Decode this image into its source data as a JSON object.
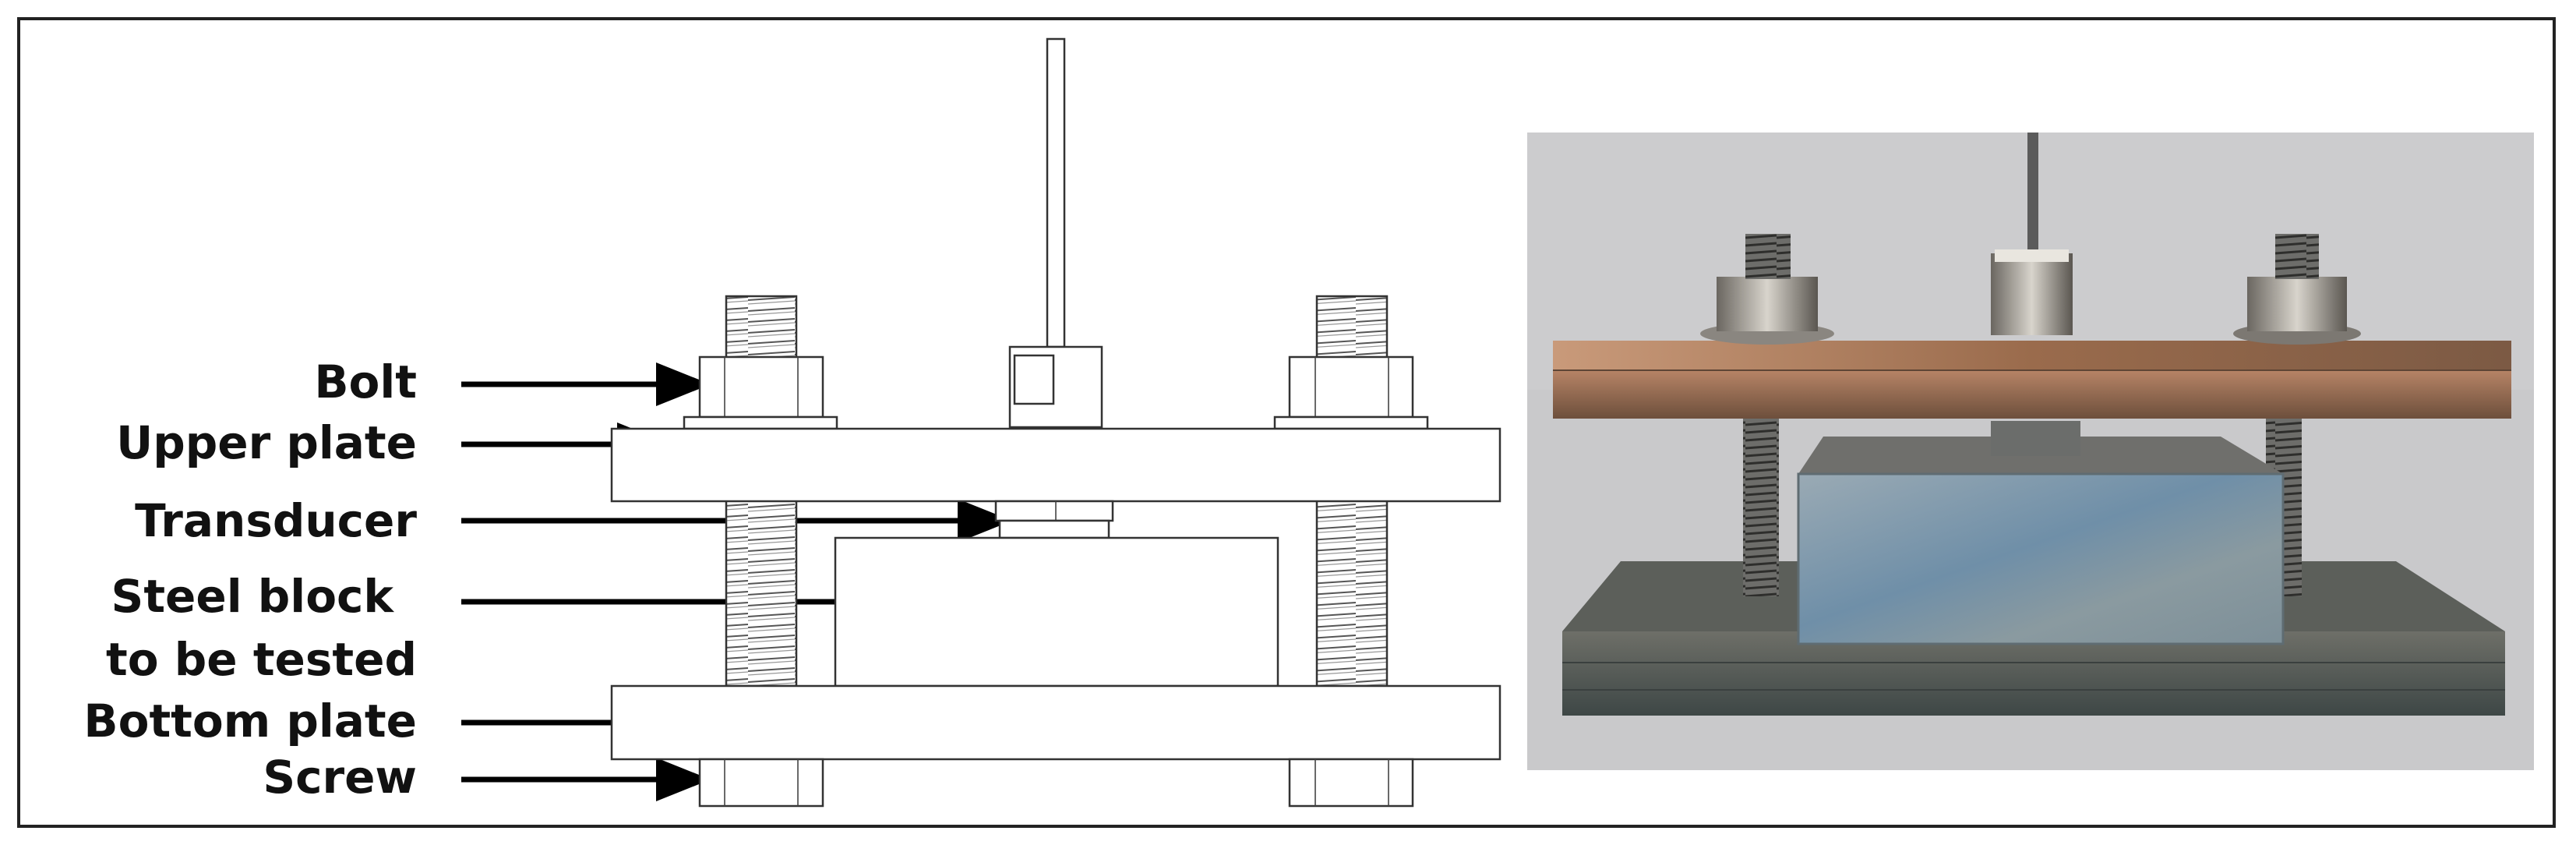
{
  "labels": {
    "bolt": "Bolt",
    "upper_plate": "Upper plate",
    "transducer": "Transducer",
    "steel_block_line1": "Steel block",
    "steel_block_line2": "to be tested",
    "bottom_plate": "Bottom plate",
    "screw": "Screw"
  },
  "colors": {
    "arrow": "#000000",
    "drawing_line": "#333333",
    "photo_background": "#c9c9cb",
    "copper_plate": "#9a6b4c",
    "steel_block": "#7f98a8",
    "bottom_plate": "#4f5552"
  }
}
